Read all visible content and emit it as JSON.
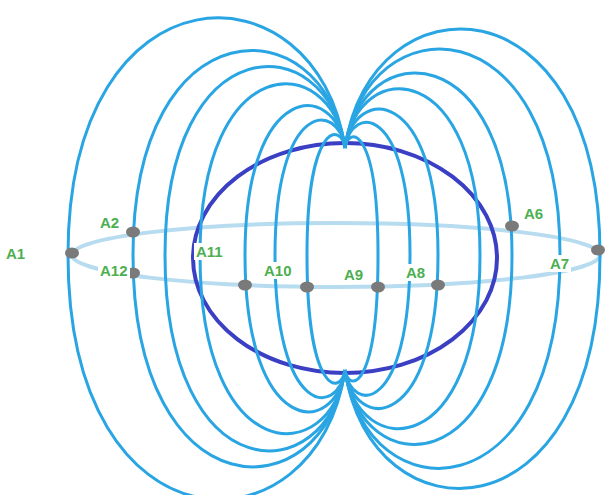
{
  "diagram": {
    "labels": [
      "A1",
      "A2",
      "A12",
      "A11",
      "A10",
      "A9",
      "A8",
      "A6",
      "A7"
    ]
  }
}
